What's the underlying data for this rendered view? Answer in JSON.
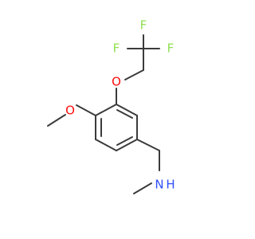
{
  "molecule": {
    "atoms": [
      {
        "id": "F1",
        "symbol": "F",
        "color": "#90e050"
      },
      {
        "id": "F2",
        "symbol": "F",
        "color": "#90e050"
      },
      {
        "id": "F3",
        "symbol": "F",
        "color": "#90e050"
      },
      {
        "id": "O_ether",
        "symbol": "O",
        "color": "#ff0d0d"
      },
      {
        "id": "O_methoxy",
        "symbol": "O",
        "color": "#ff0d0d"
      },
      {
        "id": "N_amine",
        "symbol": "N",
        "color": "#3050f8"
      },
      {
        "id": "H_amine",
        "symbol": "H",
        "color": "#3050f8"
      }
    ]
  }
}
